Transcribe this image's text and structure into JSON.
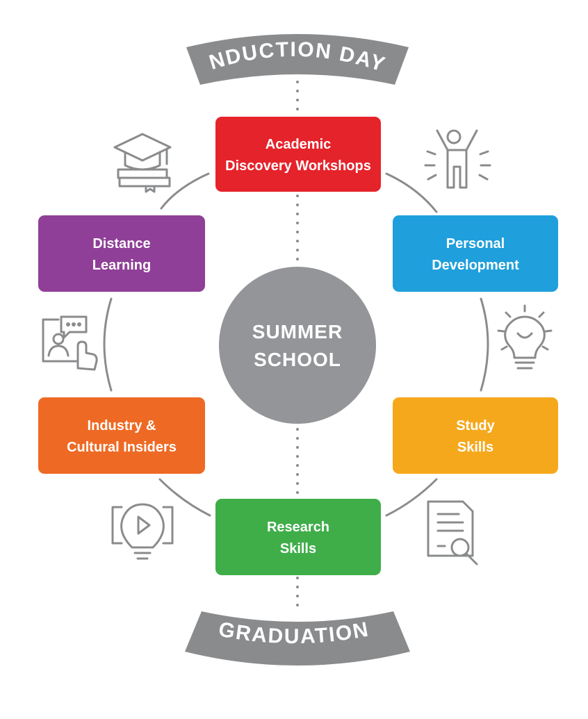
{
  "banners": {
    "top": "INDUCTION DAY",
    "bottom": "GRADUATION"
  },
  "center": {
    "line1": "SUMMER",
    "line2": "SCHOOL",
    "color": "#939598"
  },
  "modules": [
    {
      "line1": "Academic",
      "line2": "Discovery Workshops",
      "color": "#e5232b",
      "icon": "graduation-cap-books-icon"
    },
    {
      "line1": "Personal",
      "line2": "Development",
      "color": "#1f9fdc",
      "icon": "person-celebrating-icon"
    },
    {
      "line1": "Study",
      "line2": "Skills",
      "color": "#f6a81c",
      "icon": "lightbulb-idea-icon"
    },
    {
      "line1": "Research",
      "line2": "Skills",
      "color": "#3fae49",
      "icon": "document-search-icon"
    },
    {
      "line1": "Industry &",
      "line2": "Cultural Insiders",
      "color": "#ee6a24",
      "icon": "video-lightbulb-icon"
    },
    {
      "line1": "Distance",
      "line2": "Learning",
      "color": "#8f3f97",
      "icon": "online-learning-icon"
    }
  ],
  "colors": {
    "banner": "#8a8b8d",
    "connector": "#8a8b8d",
    "icon": "#8a8b8d"
  }
}
